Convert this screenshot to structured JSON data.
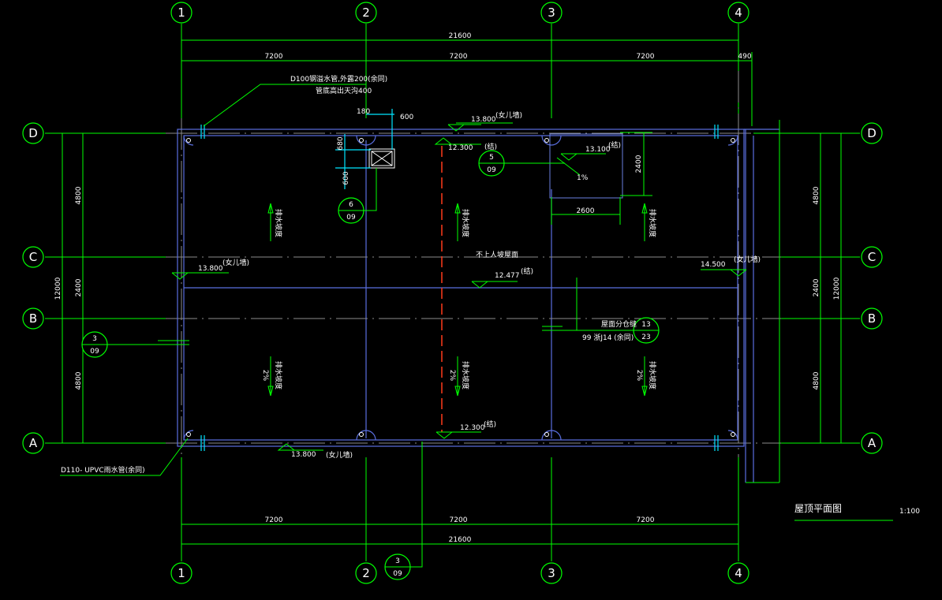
{
  "title": "屋顶平面图",
  "scale": "1:100",
  "axes": {
    "columns": [
      "1",
      "2",
      "3",
      "4"
    ],
    "rows": [
      "D",
      "C",
      "B",
      "A"
    ]
  },
  "dimensions": {
    "total_x": "21600",
    "bay_x": [
      "7200",
      "7200",
      "7200"
    ],
    "wall_extra": "490",
    "total_y": "12000",
    "bay_y": [
      "4800",
      "2400",
      "4800"
    ],
    "detail_180": "180",
    "detail_600": "600",
    "detail_680": "680",
    "detail_600v": "600",
    "skylight_2400": "2400",
    "skylight_2600": "2600"
  },
  "notes": {
    "overflow_pipe_1": "D100钢溢水管,外露200(余同)",
    "overflow_pipe_2": "管底高出天沟400",
    "downpipe": "D110- UPVC雨水管(余同)",
    "roof_type": "不上人坡屋面",
    "joint_1": "屋面分仓缝",
    "joint_2": "99 浙J14 (余同)",
    "slope_small": "1%",
    "slope_label": "排水坡度",
    "slope_value": "2%"
  },
  "elevations": [
    {
      "value": "13.800",
      "tag": "(女儿墙)"
    },
    {
      "value": "12.300",
      "tag": "(结)"
    },
    {
      "value": "13.100",
      "tag": "(结)"
    },
    {
      "value": "13.800",
      "tag": "(女儿墙)"
    },
    {
      "value": "12.477",
      "tag": "(结)"
    },
    {
      "value": "14.500",
      "tag": "(女儿墙)"
    },
    {
      "value": "12.300",
      "tag": "(结)"
    },
    {
      "value": "13.800",
      "tag": "(女儿墙)"
    }
  ],
  "detail_refs": [
    {
      "num": "5",
      "sheet": "09",
      "tag": "(结)"
    },
    {
      "num": "6",
      "sheet": "09"
    },
    {
      "num": "3",
      "sheet": "09"
    },
    {
      "num": "13",
      "sheet": "23"
    },
    {
      "num": "3",
      "sheet": "09"
    }
  ]
}
